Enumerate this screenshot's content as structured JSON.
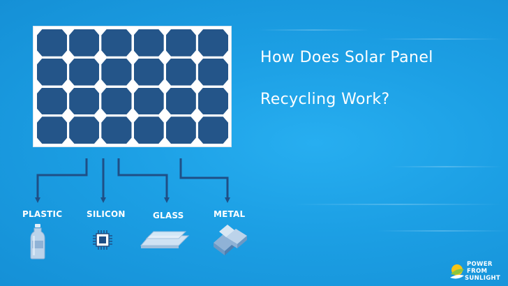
{
  "title": {
    "line1": "How Does Solar Panel",
    "line2": "Recycling Work?"
  },
  "materials": [
    {
      "label": "PLASTIC",
      "icon": "plastic-bottle-icon"
    },
    {
      "label": "SILICON",
      "icon": "silicon-chip-icon"
    },
    {
      "label": "GLASS",
      "icon": "glass-sheet-icon"
    },
    {
      "label": "METAL",
      "icon": "metal-ingot-icon"
    }
  ],
  "panel": {
    "rows": 4,
    "cols": 6,
    "cell_color": "#245589",
    "frame_color": "#ffffff"
  },
  "logo": {
    "line1": "POWER",
    "line2": "FROM",
    "line3": "SUNLIGHT"
  },
  "colors": {
    "background": "#1c9fe4",
    "connector": "#1f4f86",
    "icon_fill": "#bcd3ea",
    "logo_green": "#8cc63f",
    "logo_yellow": "#f6c515"
  }
}
